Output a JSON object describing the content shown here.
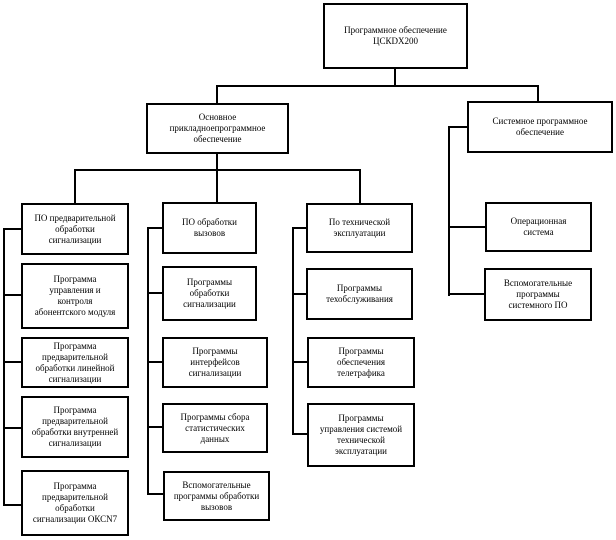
{
  "diagram": {
    "title": "Программное обеспечение ЦСКDX200",
    "colors": {
      "line": "#000000",
      "box_bg": "#ffffff",
      "background": "#ffffff"
    },
    "nodes": {
      "root": "Программное обеспечение\nЦСКDX200",
      "main_applied": "Основное\nприкладноепрограммное\nобеспечение",
      "system": "Системное программное\nобеспечение",
      "col1_header": "ПО предварительной\nобработки\nсигнализации",
      "col1_item1": "Программа\nуправления и\nконтроля\nабонентского модуля",
      "col1_item2": "Программа\nпредварительной\nобработки линейной\nсигнализации",
      "col1_item3": "Программа\nпредварительной\nобработки внутренней\nсигнализации",
      "col1_item4": "Программа\nпредварительной\nобработки\nсигнализации ОКСN7",
      "col2_header": "ПО обработки\nвызовов",
      "col2_item1": "Программы\nобработки\nсигнализации",
      "col2_item2": "Программы\nинтерфейсов\nсигнализации",
      "col2_item3": "Программы сбора\nстатистических\nданных",
      "col2_item4": "Вспомогательные\nпрограммы обработки\nвызовов",
      "col3_header": "По технической\nэксплуатации",
      "col3_item1": "Программы\nтехобслуживания",
      "col3_item2": "Программы\nобеспечения\nтелетрафика",
      "col3_item3": "Программы\nуправления системой\nтехнической\nэксплуатации",
      "col4_item1": "Операционная\nсистема",
      "col4_item2": "Вспомогательные\nпрограммы\nсистемного ПО"
    }
  }
}
